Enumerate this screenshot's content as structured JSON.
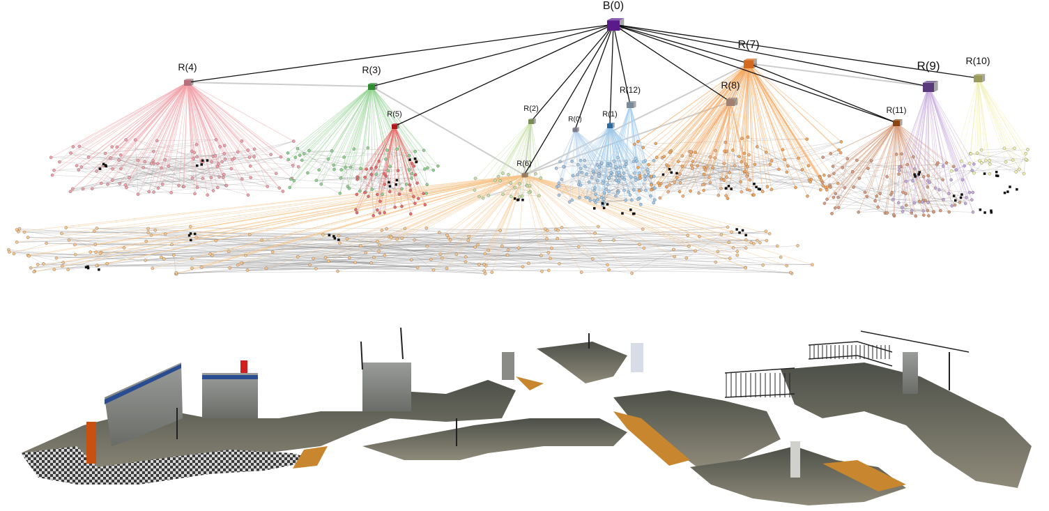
{
  "hierarchy": {
    "root": {
      "id": "B0",
      "label": "B(0)",
      "color": "#5a1a8a"
    },
    "regions": [
      {
        "id": "R4",
        "label": "R(4)",
        "color": "#b5707c",
        "edge": "#f0a0a8"
      },
      {
        "id": "R3",
        "label": "R(3)",
        "color": "#2e8b2e",
        "edge": "#8fd18f"
      },
      {
        "id": "R5",
        "label": "R(5)",
        "color": "#b01818",
        "edge": "#e86a6a"
      },
      {
        "id": "R2",
        "label": "R(2)",
        "color": "#7a8a55",
        "edge": "#c8e0a8"
      },
      {
        "id": "R6",
        "label": "R(6)",
        "color": "#9a7a5a",
        "edge": "#f7c48a"
      },
      {
        "id": "R0",
        "label": "R(0)",
        "color": "#7a7a8a",
        "edge": "#b8d4ee"
      },
      {
        "id": "R1",
        "label": "R(1)",
        "color": "#2a6a9a",
        "edge": "#9cc8ea"
      },
      {
        "id": "R12",
        "label": "R(12)",
        "color": "#7a8a9a",
        "edge": "#a8d0f0"
      },
      {
        "id": "R8",
        "label": "R(8)",
        "color": "#a08070",
        "edge": "#f2b07a"
      },
      {
        "id": "R7",
        "label": "R(7)",
        "color": "#d2691e",
        "edge": "#f5a65a"
      },
      {
        "id": "R11",
        "label": "R(11)",
        "color": "#8b4513",
        "edge": "#d79a7a"
      },
      {
        "id": "R9",
        "label": "R(9)",
        "color": "#5a3a7a",
        "edge": "#c4a8dc"
      },
      {
        "id": "R10",
        "label": "R(10)",
        "color": "#9a9a5a",
        "edge": "#eeeeaa"
      }
    ]
  },
  "colors": {
    "hierarchy_edge": "#111111",
    "inter_region_edge": "#c8c8c8",
    "object_node": "#111111",
    "mesh_floor": "#6b6b63",
    "mesh_wall": "#8a8a86",
    "mesh_orange": "#c8862e"
  }
}
